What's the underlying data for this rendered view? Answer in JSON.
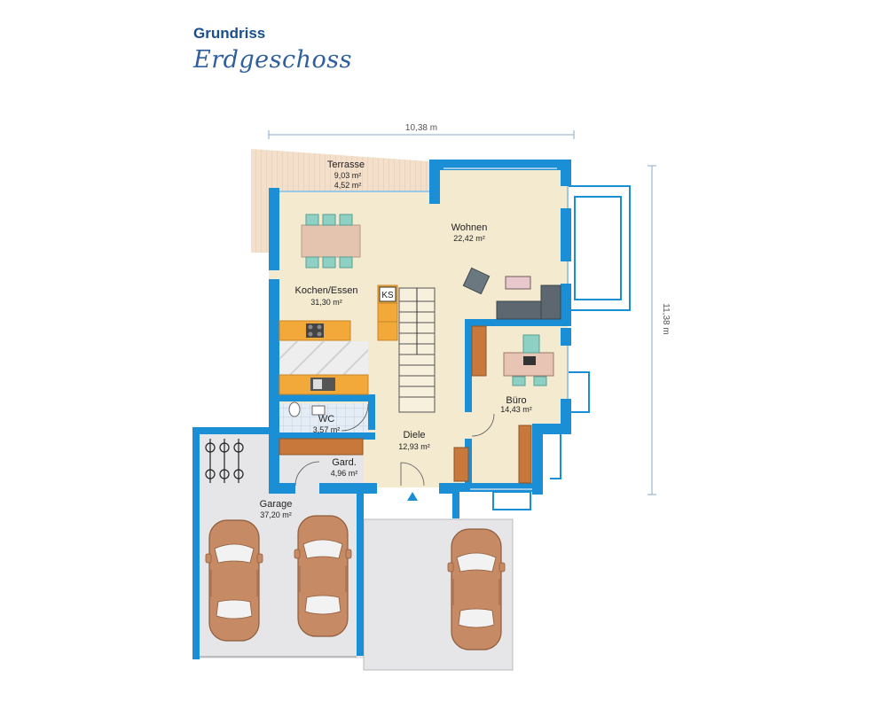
{
  "title": "Grundriss",
  "subtitle": "Erdgeschoss",
  "dimensions": {
    "width": "10,38 m",
    "depth": "11,38 m"
  },
  "rooms": {
    "terrasse": {
      "name": "Terrasse",
      "area1": "9,03 m²",
      "area2": "4,52 m²"
    },
    "wohnen": {
      "name": "Wohnen",
      "area": "22,42 m²"
    },
    "kochen": {
      "name": "Kochen/Essen",
      "area": "31,30 m²"
    },
    "buero": {
      "name": "Büro",
      "area": "14,43 m²"
    },
    "wc": {
      "name": "WC",
      "area": "3,57 m²"
    },
    "diele": {
      "name": "Diele",
      "area": "12,93 m²"
    },
    "gard": {
      "name": "Gard.",
      "area": "4,96 m²"
    },
    "garage": {
      "name": "Garage",
      "area": "37,20 m²"
    }
  },
  "labels": {
    "ks": "KS"
  },
  "colors": {
    "wall": "#1a8fd6",
    "floor": "#f3ead0",
    "terrace": "#f0dcc8",
    "garage": "#e6e6e8",
    "car": "#c68a64",
    "title": "#1a4f8f"
  }
}
